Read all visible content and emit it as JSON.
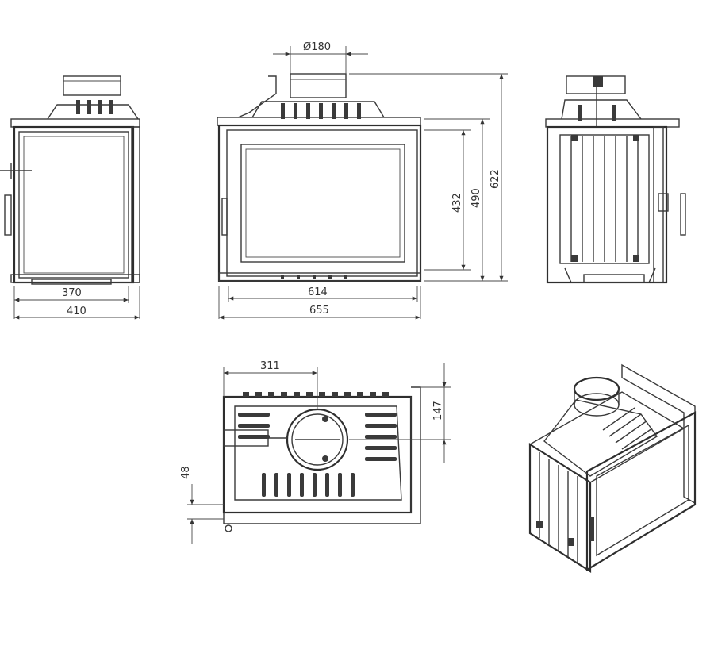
{
  "dimensions": {
    "flue_diameter": "Ø180",
    "side_inner_width": "370",
    "side_outer_width": "410",
    "front_inner_width": "614",
    "front_outer_width": "655",
    "glass_height": "432",
    "body_height": "490",
    "total_height": "622",
    "flue_offset": "311",
    "flue_depth": "147",
    "base_offset": "48"
  },
  "colors": {
    "line": "#3a3a3a",
    "background": "#ffffff"
  }
}
